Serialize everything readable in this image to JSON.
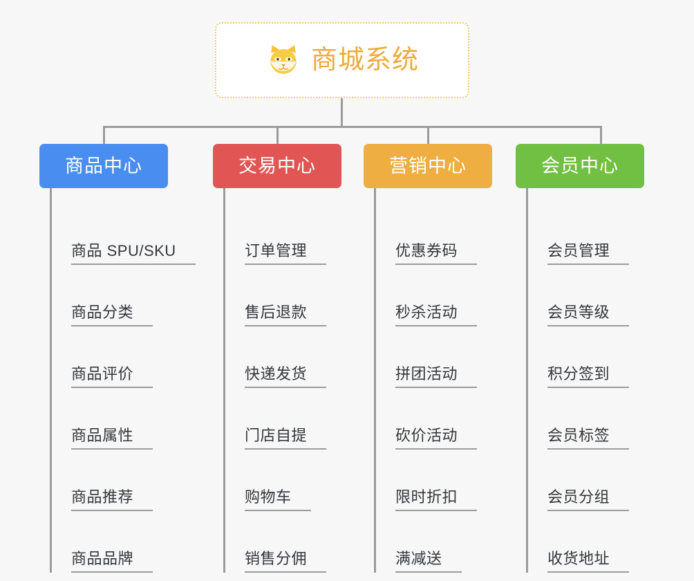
{
  "background_color": "#f7f7f7",
  "connector_color": "#9b9b9b",
  "root": {
    "title": "商城系统",
    "icon": "shiba-dog-face-icon",
    "text_color": "#ecab3d",
    "border_color": "#f2c675",
    "background_color": "#ffffff"
  },
  "columns": [
    {
      "label": "商品中心",
      "color": "#4a8df0",
      "text_color": "#ffffff",
      "items": [
        {
          "label": "商品 SPU/SKU"
        },
        {
          "label": "商品分类"
        },
        {
          "label": "商品评价"
        },
        {
          "label": "商品属性"
        },
        {
          "label": "商品推荐"
        },
        {
          "label": "商品品牌"
        }
      ]
    },
    {
      "label": "交易中心",
      "color": "#e15554",
      "text_color": "#ffffff",
      "items": [
        {
          "label": "订单管理"
        },
        {
          "label": "售后退款"
        },
        {
          "label": "快递发货"
        },
        {
          "label": "门店自提"
        },
        {
          "label": "购物车"
        },
        {
          "label": "销售分佣"
        }
      ]
    },
    {
      "label": "营销中心",
      "color": "#eeae41",
      "text_color": "#ffffff",
      "items": [
        {
          "label": "优惠券码"
        },
        {
          "label": "秒杀活动"
        },
        {
          "label": "拼团活动"
        },
        {
          "label": "砍价活动"
        },
        {
          "label": "限时折扣"
        },
        {
          "label": "满减送"
        }
      ]
    },
    {
      "label": "会员中心",
      "color": "#72c043",
      "text_color": "#ffffff",
      "items": [
        {
          "label": "会员管理"
        },
        {
          "label": "会员等级"
        },
        {
          "label": "积分签到"
        },
        {
          "label": "会员标签"
        },
        {
          "label": "会员分组"
        },
        {
          "label": "收货地址"
        }
      ]
    }
  ]
}
